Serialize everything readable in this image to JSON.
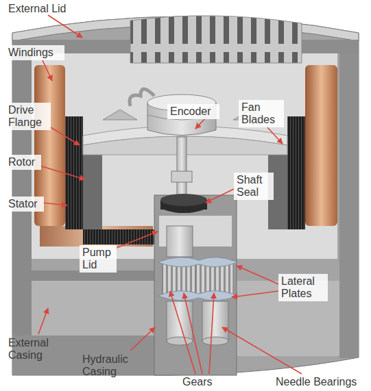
{
  "diagram": {
    "labels": [
      "External Lid",
      "Windings",
      "Encoder",
      "Fan Blades",
      "Drive Flange",
      "Rotor",
      "Shaft Seal",
      "Stator",
      "Pump Lid",
      "Lateral Plates",
      "External Casing",
      "Hydraulic Casing",
      "Gears",
      "Needle Bearings"
    ]
  }
}
